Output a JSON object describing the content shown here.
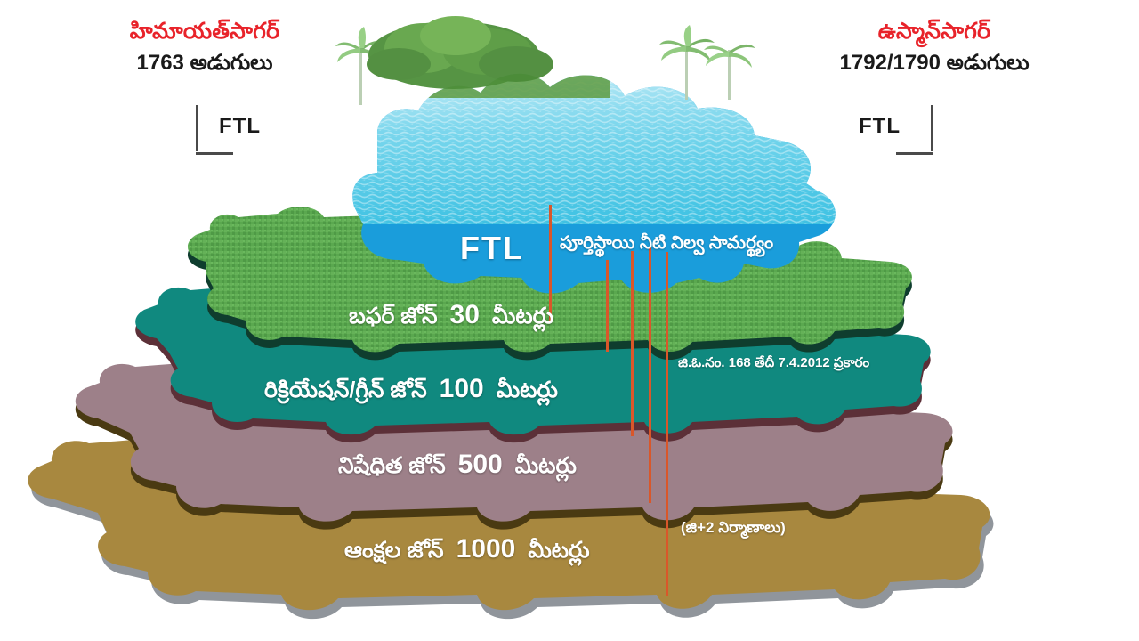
{
  "title": "Lake protection zones diagram",
  "lakes": [
    {
      "name": "హిమాయత్‌సాగర్",
      "level": "1763 అడుగులు",
      "ftl_label": "FTL"
    },
    {
      "name": "ఉస్మాన్‌సాగర్",
      "level": "1792/1790 అడుగులు",
      "ftl_label": "FTL"
    }
  ],
  "zones": [
    {
      "key": "ftl",
      "name": "FTL",
      "value": "",
      "unit": ""
    },
    {
      "key": "buffer",
      "name": "బఫర్ జోన్",
      "value": "30",
      "unit": "మీటర్లు"
    },
    {
      "key": "green",
      "name": "రిక్రియేషన్/గ్రీన్ జోన్",
      "value": "100",
      "unit": "మీటర్లు"
    },
    {
      "key": "restrict",
      "name": "నిషేధిత జోన్",
      "value": "500",
      "unit": "మీటర్లు"
    },
    {
      "key": "limit",
      "name": "ఆంక్షల జోన్",
      "value": "1000",
      "unit": "మీటర్లు"
    }
  ],
  "notes": {
    "ftl_meaning": "పూర్తిస్థాయి నీటి నిల్వ సామర్థ్యం",
    "go_reference": "జి.ఓ.నం. 168 తేదీ 7.4.2012 ప్రకారం",
    "construction": "(జి+2 నిర్మాణాలు)"
  },
  "colors": {
    "lake_name": "#e8232a",
    "level_text": "#1a1a1a",
    "water_top": "#6fd3ec",
    "water_band": "#1a9ddb",
    "buffer_green": "#5aa84f",
    "buffer_green_dark": "#0f3d2e",
    "green_zone_teal": "#10897f",
    "green_zone_dark": "#5c3038",
    "restrict_mauve": "#9d8089",
    "restrict_dark": "#4a3a12",
    "limit_tan": "#a8883f",
    "shadow_grey": "#8a8f96",
    "connector": "#d9572a",
    "caption_text": "#ffffff"
  }
}
